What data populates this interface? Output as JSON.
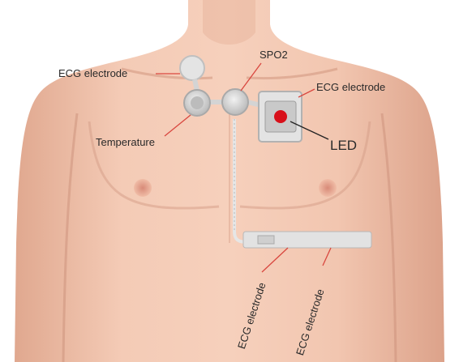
{
  "labels": {
    "ecg_electrode_upper_left": "ECG electrode",
    "spo2": "SPO2",
    "ecg_electrode_upper_right": "ECG electrode",
    "temperature": "Temperature",
    "led": "LED",
    "ecg_electrode_lower_left": "ECG electrode",
    "ecg_electrode_lower_right": "ECG electrode"
  },
  "colors": {
    "skin": "#f1c4ad",
    "skin_shadow": "#d99c82",
    "sensor": "#dcdcdc",
    "led": "#d8101a",
    "leader_line": "#d9473f"
  }
}
